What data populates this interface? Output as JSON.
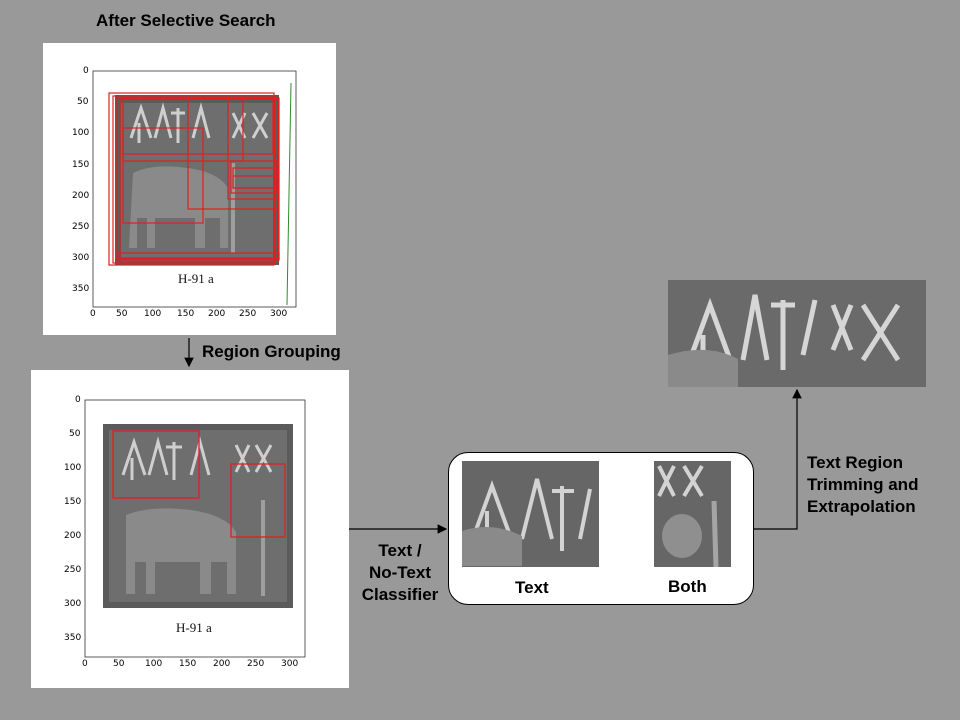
{
  "title": "After Selective Search",
  "steps": {
    "region_grouping": "Region Grouping",
    "classifier_line1": "Text /",
    "classifier_line2": "No-Text",
    "classifier_line3": "Classifier",
    "trimming_line1": "Text Region",
    "trimming_line2": "Trimming and",
    "trimming_line3": "Extrapolation"
  },
  "seal_caption": "H-91 a",
  "plot_top": {
    "x_ticks": [
      "0",
      "50",
      "100",
      "150",
      "200",
      "250",
      "300"
    ],
    "y_ticks": [
      "0",
      "50",
      "100",
      "150",
      "200",
      "250",
      "300",
      "350"
    ]
  },
  "plot_bottom": {
    "x_ticks": [
      "0",
      "50",
      "100",
      "150",
      "200",
      "250",
      "300"
    ],
    "y_ticks": [
      "0",
      "50",
      "100",
      "150",
      "200",
      "250",
      "300",
      "350"
    ]
  },
  "classifier_output": {
    "text_label": "Text",
    "both_label": "Both"
  },
  "colors": {
    "background": "#999999",
    "box": "#e02020",
    "panel": "#ffffff"
  }
}
